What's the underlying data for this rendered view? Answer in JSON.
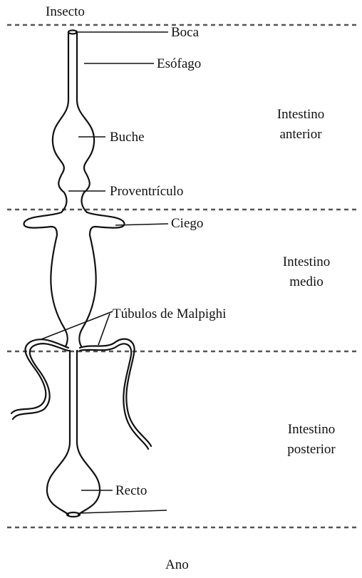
{
  "top_label": "Insecto",
  "bottom_label": "Ano",
  "parts": {
    "boca": "Boca",
    "esofago": "Esófago",
    "buche": "Buche",
    "proventriculo": "Proventrículo",
    "ciego": "Ciego",
    "tubulos": "Túbulos de Malpighi",
    "recto": "Recto"
  },
  "regions": {
    "anterior": {
      "line1": "Intestino",
      "line2": "anterior"
    },
    "medio": {
      "line1": "Intestino",
      "line2": "medio"
    },
    "posterior": {
      "line1": "Intestino",
      "line2": "posterior"
    }
  },
  "colors": {
    "ink": "#111111",
    "divider": "#555555"
  }
}
